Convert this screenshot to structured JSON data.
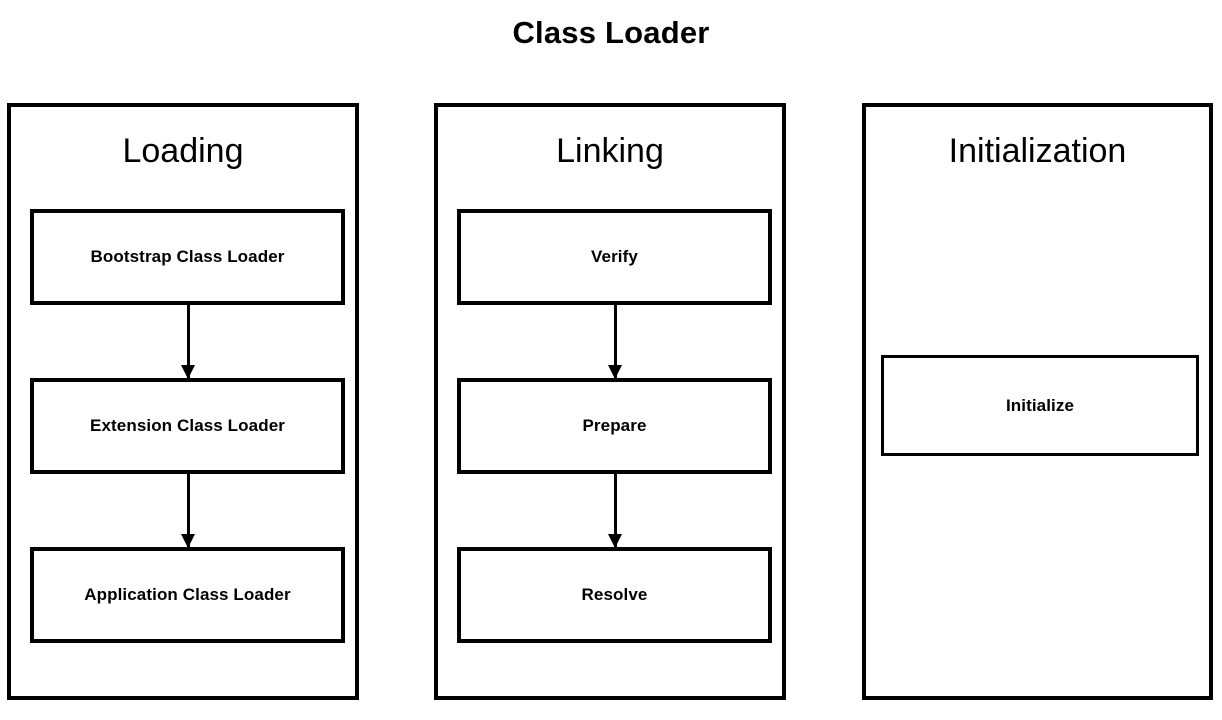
{
  "diagram": {
    "title": "Class Loader",
    "type": "flowchart",
    "background_color": "#ffffff",
    "stroke_color": "#000000",
    "columns": [
      {
        "id": "loading",
        "header": "Loading",
        "steps": [
          {
            "label": "Bootstrap Class Loader"
          },
          {
            "label": "Extension Class Loader"
          },
          {
            "label": "Application Class Loader"
          }
        ],
        "arrows": [
          {
            "from": "Bootstrap Class Loader",
            "to": "Extension Class Loader",
            "direction": "down"
          },
          {
            "from": "Extension Class Loader",
            "to": "Application Class Loader",
            "direction": "down"
          }
        ]
      },
      {
        "id": "linking",
        "header": "Linking",
        "steps": [
          {
            "label": "Verify"
          },
          {
            "label": "Prepare"
          },
          {
            "label": "Resolve"
          }
        ],
        "arrows": [
          {
            "from": "Verify",
            "to": "Prepare",
            "direction": "down"
          },
          {
            "from": "Prepare",
            "to": "Resolve",
            "direction": "down"
          }
        ]
      },
      {
        "id": "initialization",
        "header": "Initialization",
        "steps": [
          {
            "label": "Initialize"
          }
        ],
        "arrows": []
      }
    ]
  }
}
